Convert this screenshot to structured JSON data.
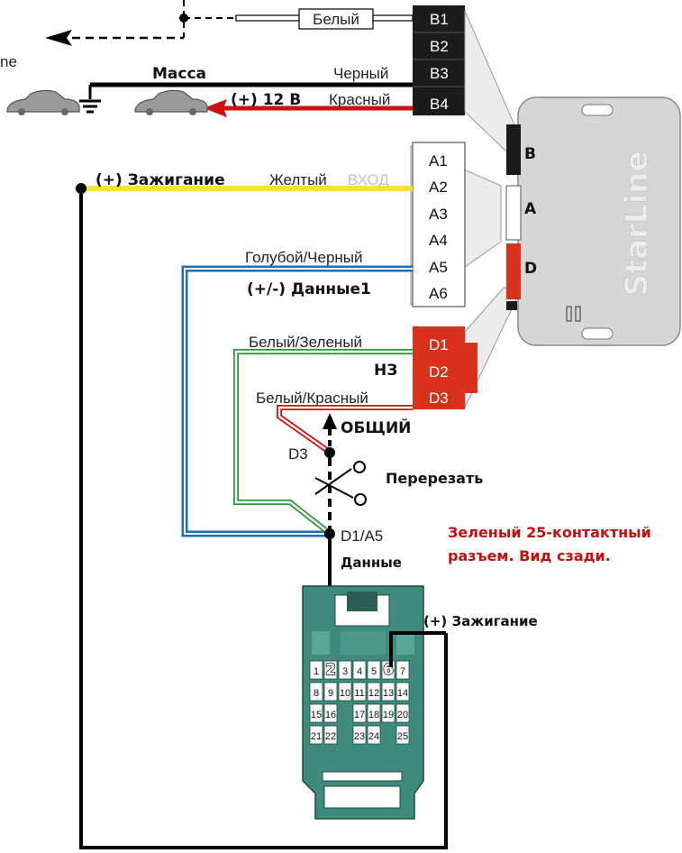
{
  "wires": {
    "white": "Белый",
    "black": "Черный",
    "red": "Красный",
    "yellow": "Желтый",
    "blue_black": "Голубой/Черный",
    "white_green": "Белый/Зеленый",
    "white_red": "Белый/Красный"
  },
  "signals": {
    "ground": "Масса",
    "power": "(+) 12 В",
    "ignition": "(+) Зажигание",
    "input": "ВХОД",
    "data1": "(+/-) Данные1",
    "nc": "НЗ",
    "common": "ОБЩИЙ",
    "cut": "Перерезать",
    "data": "Данные",
    "ignition_pin": "(+) Зажигание",
    "cut_edge_text": "ne"
  },
  "connector_b": {
    "letter": "B",
    "pins": [
      "B1",
      "B2",
      "B3",
      "B4"
    ]
  },
  "connector_a": {
    "letter": "A",
    "pins": [
      "A1",
      "A2",
      "A3",
      "A4",
      "A5",
      "A6"
    ]
  },
  "connector_d": {
    "letter": "D",
    "pins": [
      "D1",
      "D2",
      "D3"
    ]
  },
  "unit": {
    "brand": "StarLine"
  },
  "points": {
    "d3": "D3",
    "d1a5": "D1/A5"
  },
  "vehicle_connector": {
    "caption_line1": "Зеленый 25-контактный",
    "caption_line2": "разъем. Вид сзади.",
    "rows": [
      [
        "1",
        "2",
        "3",
        "4",
        "5",
        "6",
        "7"
      ],
      [
        "8",
        "9",
        "10",
        "11",
        "12",
        "13",
        "14"
      ],
      [
        "15",
        "16",
        "",
        "17",
        "18",
        "19",
        "20"
      ],
      [
        "21",
        "22",
        "",
        "23",
        "24",
        "",
        "25"
      ]
    ],
    "highlighted": [
      "2",
      "6"
    ]
  },
  "colors": {
    "red_wire": "#d01010",
    "yellow_wire": "#f2e23a",
    "blue_wire": "#1e6fb8",
    "green_wire": "#2a9a3a",
    "d_connector": "#d8321c",
    "connector_teal": "#3e8a7c",
    "unit_body": "#d6d6d6"
  }
}
